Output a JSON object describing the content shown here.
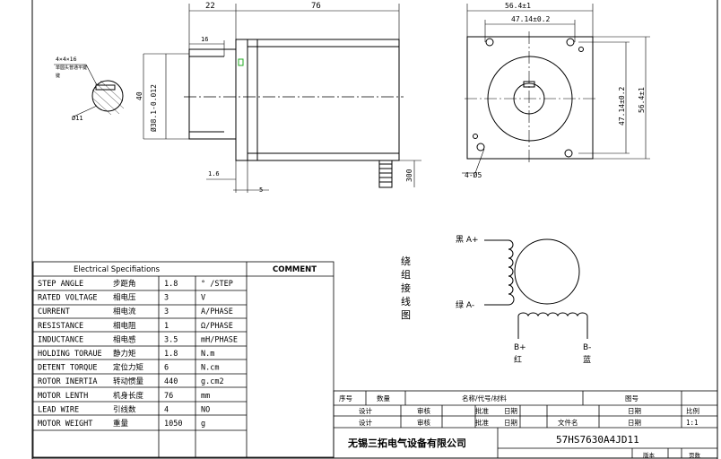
{
  "dimensions": {
    "side_flange": "22",
    "side_body": "76",
    "side_shaft_flat": "16",
    "side_pilot": "Ø38.1-0.012",
    "side_shaft_len": "40",
    "side_pilot_depth": "1.6",
    "side_flange_thk": "5",
    "side_lead": "300",
    "key_note": "4×4×16",
    "key_note_sub": "单圆头普通平键",
    "key_shaft": "Ø11",
    "front_width_outer": "56.4±1",
    "front_width_holes": "47.14±0.2",
    "front_height_holes": "47.14±0.2",
    "front_height_outer": "56.4±1",
    "front_holes": "4-Ø5"
  },
  "wiring": {
    "title_chars": [
      "绕",
      "组",
      "接",
      "线",
      "图"
    ],
    "a_plus": "黑 A+",
    "a_minus": "绿 A-",
    "b_plus": "B+",
    "b_plus_color": "红",
    "b_minus": "B-",
    "b_minus_color": "蓝"
  },
  "specs": {
    "title": "Electrical Specifiations",
    "comment_header": "COMMENT",
    "rows": [
      {
        "en": "STEP ANGLE",
        "cn": "步距角",
        "val": "1.8",
        "unit": "° /STEP"
      },
      {
        "en": "RATED VOLTAGE",
        "cn": "相电压",
        "val": "3",
        "unit": "V"
      },
      {
        "en": "CURRENT",
        "cn": "相电流",
        "val": "3",
        "unit": "A/PHASE"
      },
      {
        "en": "RESISTANCE",
        "cn": "相电阻",
        "val": "1",
        "unit": "Ω/PHASE"
      },
      {
        "en": "INDUCTANCE",
        "cn": "相电感",
        "val": "3.5",
        "unit": "mH/PHASE"
      },
      {
        "en": "HOLDING TORAUE",
        "cn": "静力矩",
        "val": "1.8",
        "unit": "N.m"
      },
      {
        "en": "DETENT TORQUE",
        "cn": "定位力矩",
        "val": "6",
        "unit": "N.cm"
      },
      {
        "en": "ROTOR INERTIA",
        "cn": "转动惯量",
        "val": "440",
        "unit": "g.cm2"
      },
      {
        "en": "MOTOR LENTH",
        "cn": "机身长度",
        "val": "76",
        "unit": "mm"
      },
      {
        "en": "LEAD WIRE",
        "cn": "引线数",
        "val": "4",
        "unit": "NO"
      },
      {
        "en": "MOTOR WEIGHT",
        "cn": "重量",
        "val": "1050",
        "unit": "g"
      }
    ]
  },
  "title_block": {
    "h_seq": "序号",
    "h_qty": "数量",
    "h_name": "名称/代号/材料",
    "h_drawing": "图号",
    "design": "设计",
    "check": "审核",
    "approve": "批准",
    "date": "日期",
    "file_name": "文件名",
    "scale": "比例",
    "scale_val": "1:1",
    "company": "无锡三拓电气设备有限公司",
    "model": "57HS7630A4JD11",
    "version": "版本",
    "page": "页数"
  }
}
